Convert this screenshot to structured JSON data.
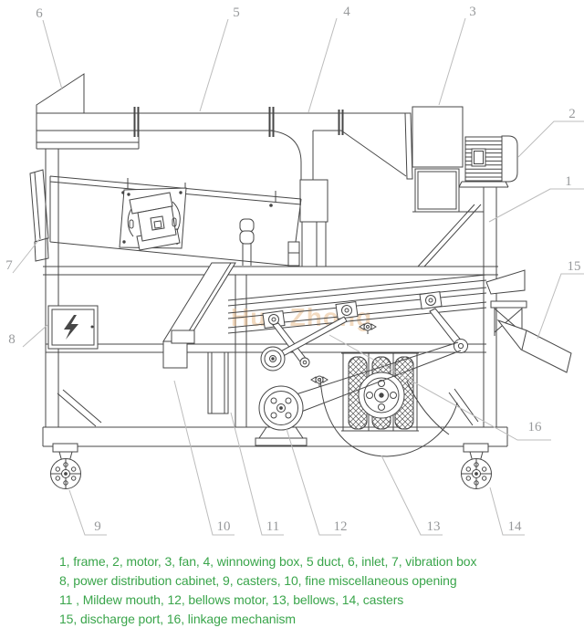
{
  "title": "grain cleaning machine structure diagram",
  "watermark": {
    "text": "Hua Zhong",
    "color": "#e9bd8e"
  },
  "line_colors": {
    "drawing": "#474747",
    "leader": "#bcbcbc"
  },
  "callouts": [
    {
      "number": "1",
      "part": "frame"
    },
    {
      "number": "2",
      "part": "motor"
    },
    {
      "number": "3",
      "part": "fan"
    },
    {
      "number": "4",
      "part": "winnowing box"
    },
    {
      "number": "5",
      "part": "duct"
    },
    {
      "number": "6",
      "part": "inlet"
    },
    {
      "number": "7",
      "part": "vibration box"
    },
    {
      "number": "8",
      "part": "power distribution cabinet"
    },
    {
      "number": "9",
      "part": "casters"
    },
    {
      "number": "10",
      "part": "fine miscellaneous opening"
    },
    {
      "number": "11",
      "part": "Mildew mouth"
    },
    {
      "number": "12",
      "part": "bellows motor"
    },
    {
      "number": "13",
      "part": "bellows"
    },
    {
      "number": "14",
      "part": "casters"
    },
    {
      "number": "15",
      "part": "discharge port"
    },
    {
      "number": "16",
      "part": "linkage mechanism"
    }
  ],
  "caption": {
    "color": "#3aa54b",
    "lines": [
      "1, frame, 2, motor, 3, fan, 4, winnowing box, 5 duct, 6, inlet, 7, vibration box",
      "8, power distribution cabinet, 9, casters, 10, fine miscellaneous opening",
      "11 , Mildew mouth, 12, bellows motor, 13, bellows, 14, casters",
      "15, discharge port, 16, linkage mechanism"
    ]
  }
}
